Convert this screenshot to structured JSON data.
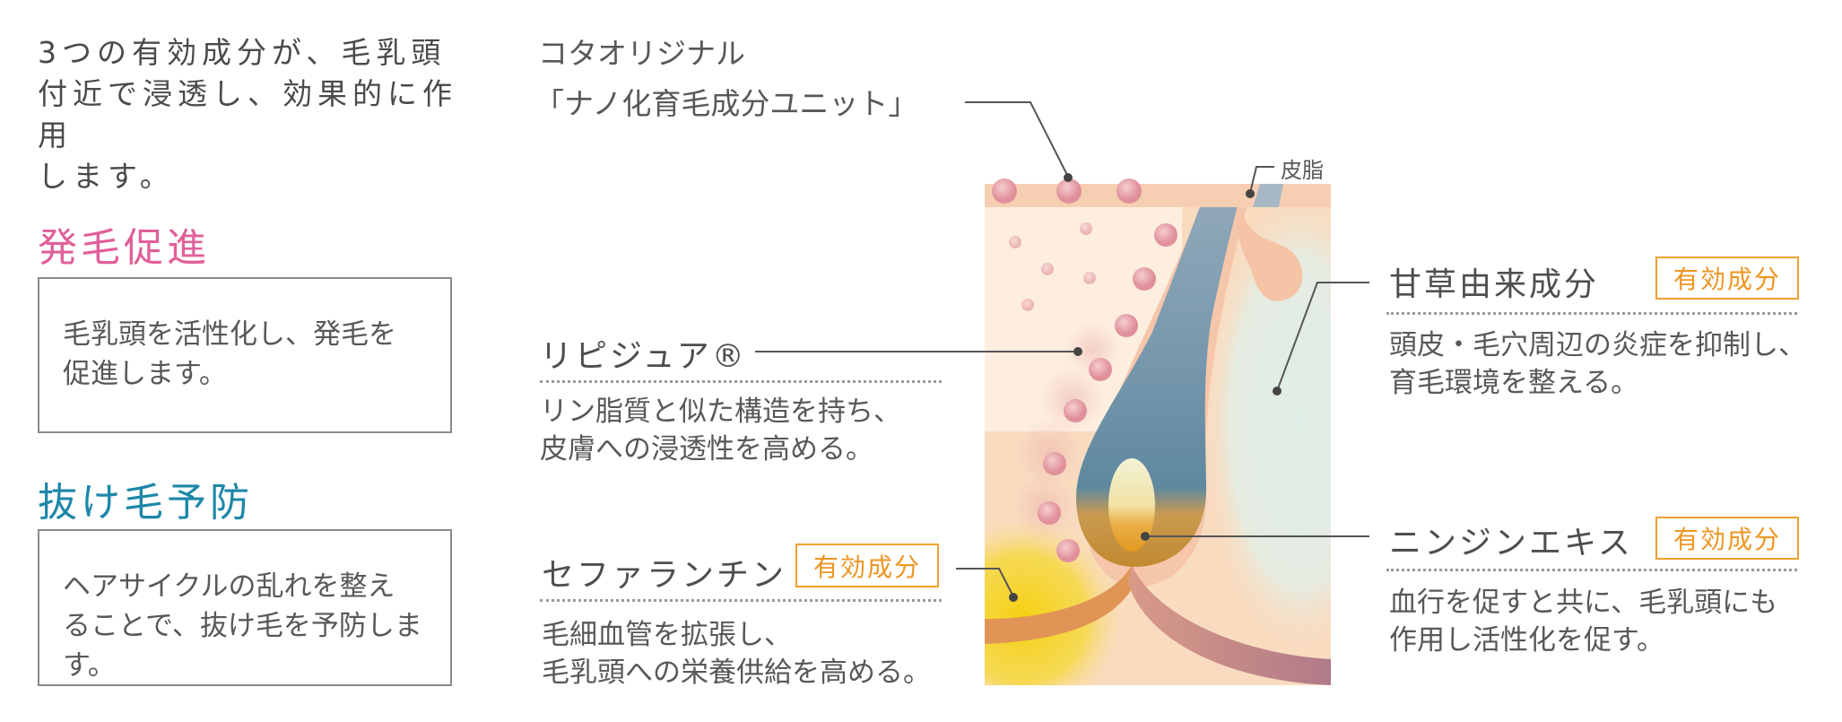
{
  "intro": {
    "lines": [
      "3つの有効成分が、毛乳頭",
      "付近で浸透し、効果的に作用",
      "します。"
    ]
  },
  "categories": [
    {
      "title": "発毛促進",
      "color": "#e0609a",
      "lines": [
        "毛乳頭を活性化し、発毛を",
        "促進します。"
      ]
    },
    {
      "title": "抜け毛予防",
      "color": "#1d87a8",
      "lines": [
        "ヘアサイクルの乱れを整え",
        "ることで、抜け毛を予防します。"
      ]
    }
  ],
  "unit_label": {
    "line1": "コタオリジナル",
    "line2": "「ナノ化育毛成分ユニット」"
  },
  "sebum_label": "皮脂",
  "ingredients": [
    {
      "name": "リピジュア®",
      "badge": null,
      "desc": [
        "リン脂質と似た構造を持ち、",
        "皮膚への浸透性を高める。"
      ]
    },
    {
      "name": "セファランチン",
      "badge": "有効成分",
      "desc": [
        "毛細血管を拡張し、",
        "毛乳頭への栄養供給を高める。"
      ]
    },
    {
      "name": "甘草由来成分",
      "badge": "有効成分",
      "desc": [
        "頭皮・毛穴周辺の炎症を抑制し、",
        "育毛環境を整える。"
      ]
    },
    {
      "name": "ニンジンエキス",
      "badge": "有効成分",
      "desc": [
        "血行を促すと共に、毛乳頭にも",
        "作用し活性化を促す。"
      ]
    }
  ],
  "colors": {
    "badge": "#f0a030",
    "hair": "#6f93aa",
    "skin": "#f9dcc0",
    "text": "#595757"
  }
}
